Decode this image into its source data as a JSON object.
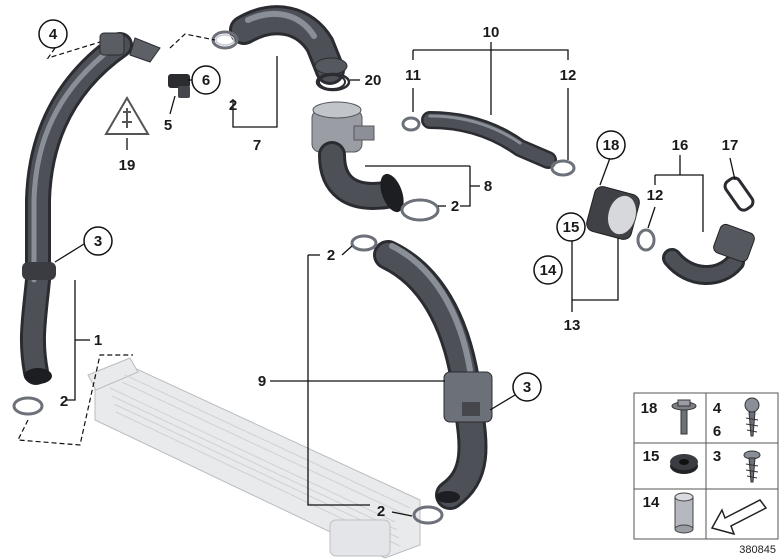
{
  "diagram": {
    "reference_number": "380845",
    "part_labels": {
      "p1": "1",
      "p2a": "2",
      "p2b": "2",
      "p2c": "2",
      "p2d": "2",
      "p2e": "2",
      "p3a": "3",
      "p3b": "3",
      "p4": "4",
      "p5": "5",
      "p6": "6",
      "p7": "7",
      "p8": "8",
      "p9": "9",
      "p10": "10",
      "p11": "11",
      "p12a": "12",
      "p12b": "12",
      "p13": "13",
      "p14": "14",
      "p15": "15",
      "p16": "16",
      "p17": "17",
      "p18": "18",
      "p19": "19",
      "p20": "20"
    },
    "legend": {
      "c1": "18",
      "c2a": "4",
      "c2b": "6",
      "c3": "15",
      "c4": "3",
      "c5": "14"
    },
    "icons": [
      "warning-sign-icon",
      "screw-icon",
      "bolt-icon",
      "grommet-icon",
      "spacer-sleeve-icon",
      "arrow-icon"
    ]
  }
}
